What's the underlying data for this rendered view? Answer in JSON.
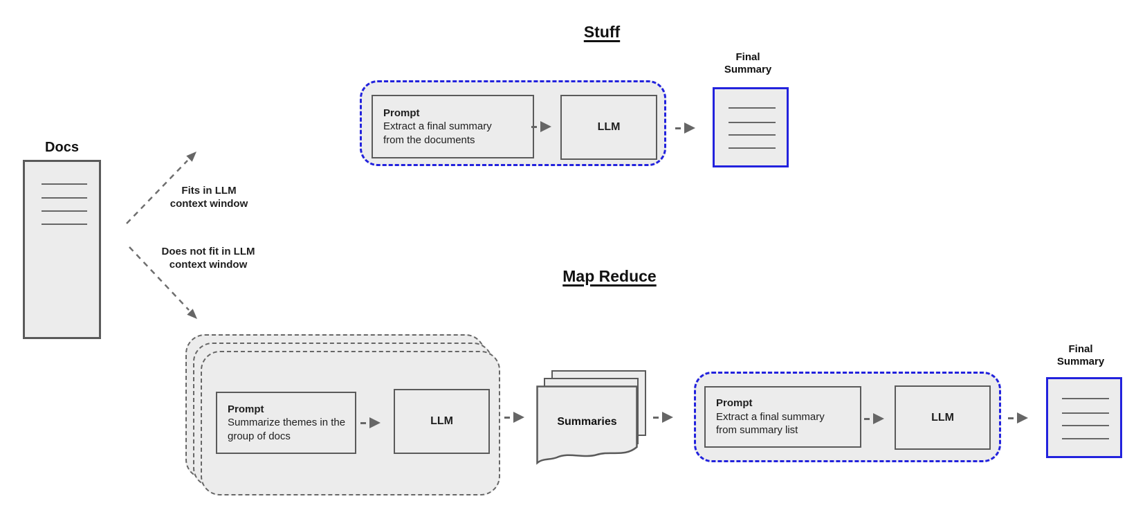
{
  "diagram": {
    "docs_label": "Docs",
    "branch_fits": {
      "line1": "Fits in LLM",
      "line2": "context window"
    },
    "branch_not_fit": {
      "line1": "Does not fit in LLM",
      "line2": "context window"
    },
    "stuff": {
      "title": "Stuff",
      "prompt": {
        "title": "Prompt",
        "body": "Extract a final summary from the documents"
      },
      "llm": "LLM",
      "output": {
        "line1": "Final",
        "line2": "Summary"
      }
    },
    "map_reduce": {
      "title": "Map Reduce",
      "map_prompt": {
        "title": "Prompt",
        "body": "Summarize themes in the group of docs"
      },
      "map_llm": "LLM",
      "summaries_label": "Summaries",
      "reduce_prompt": {
        "title": "Prompt",
        "body": "Extract a final summary from summary list"
      },
      "reduce_llm": "LLM",
      "output": {
        "line1": "Final",
        "line2": "Summary"
      }
    }
  },
  "colors": {
    "background": "#ffffff",
    "shape_fill": "#ececec",
    "shape_border": "#5a5a5a",
    "dashed_gray": "#666666",
    "accent_blue": "#2222dd",
    "text": "#1e1e1e"
  }
}
